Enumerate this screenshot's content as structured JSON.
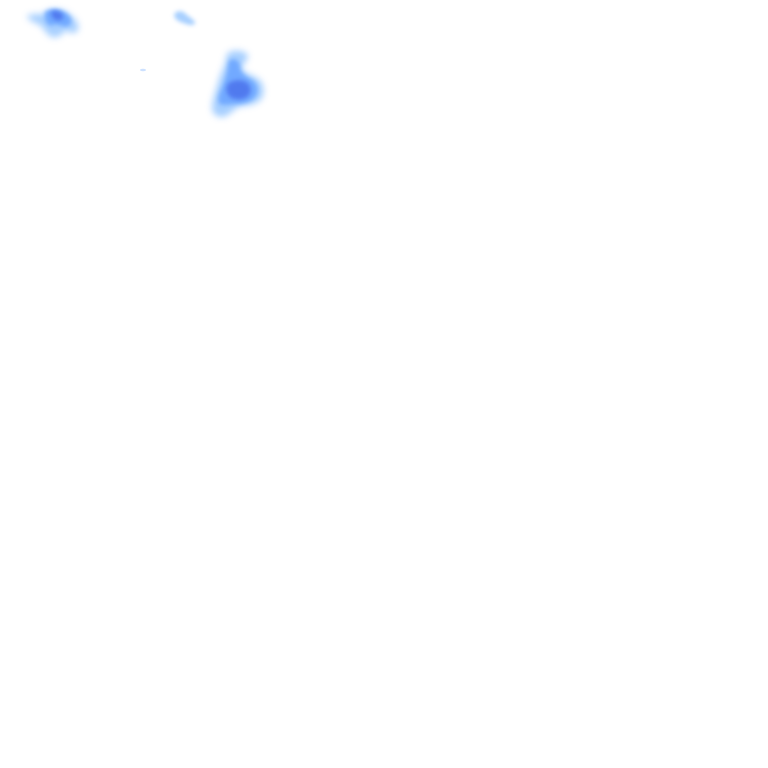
{
  "map": {
    "background": "#ffffff",
    "layer": "precipitation-radar",
    "palette": {
      "light": "#9fcbff",
      "medium": "#6fa8ff",
      "heavy": "#4f78ee"
    },
    "cells": [
      {
        "name": "cell-northwest",
        "intensity": "medium"
      },
      {
        "name": "cell-north-small",
        "intensity": "light"
      },
      {
        "name": "cell-central",
        "intensity": "heavy"
      },
      {
        "name": "speck",
        "intensity": "light"
      }
    ]
  }
}
